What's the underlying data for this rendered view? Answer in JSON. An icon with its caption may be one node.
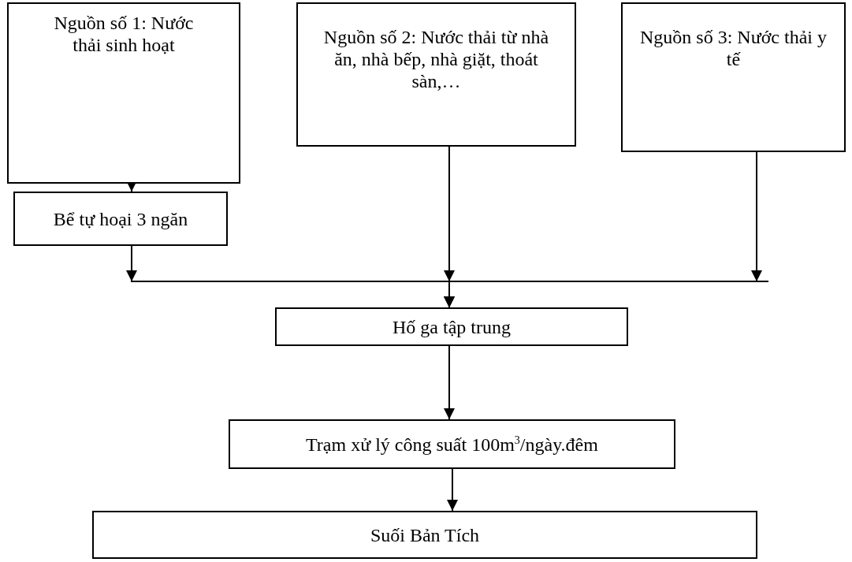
{
  "diagram": {
    "nodes": [
      {
        "text": [
          "Nguồn số 1: Nước thải sinh hoạt"
        ]
      },
      {
        "text": [
          "Nguồn số 2: Nước thải từ nhà ăn, nhà bếp, nhà giặt, thoát sàn,…"
        ]
      },
      {
        "text": [
          "Nguồn số 3: Nước thải y tế"
        ]
      },
      {
        "text": [
          "Bể tự hoại 3 ngăn"
        ]
      },
      {
        "text": [
          "Hố ga tập trung"
        ]
      },
      {
        "text": [
          "Trạm xử lý công suất 100m$^{3}$/ngày.đêm"
        ]
      },
      {
        "text": [
          "Suối Bản Tích"
        ]
      }
    ],
    "edges": [
      {
        "from": 0,
        "to": 3,
        "arrow": "to"
      },
      {
        "from": 3,
        "to": 4,
        "arrow": "to"
      },
      {
        "from": 1,
        "to": 4,
        "arrow": "to"
      },
      {
        "from": 2,
        "to": 4,
        "arrow": "to"
      },
      {
        "from": 4,
        "to": 5,
        "arrow": "to"
      },
      {
        "from": 5,
        "to": 6,
        "arrow": "to"
      }
    ]
  }
}
